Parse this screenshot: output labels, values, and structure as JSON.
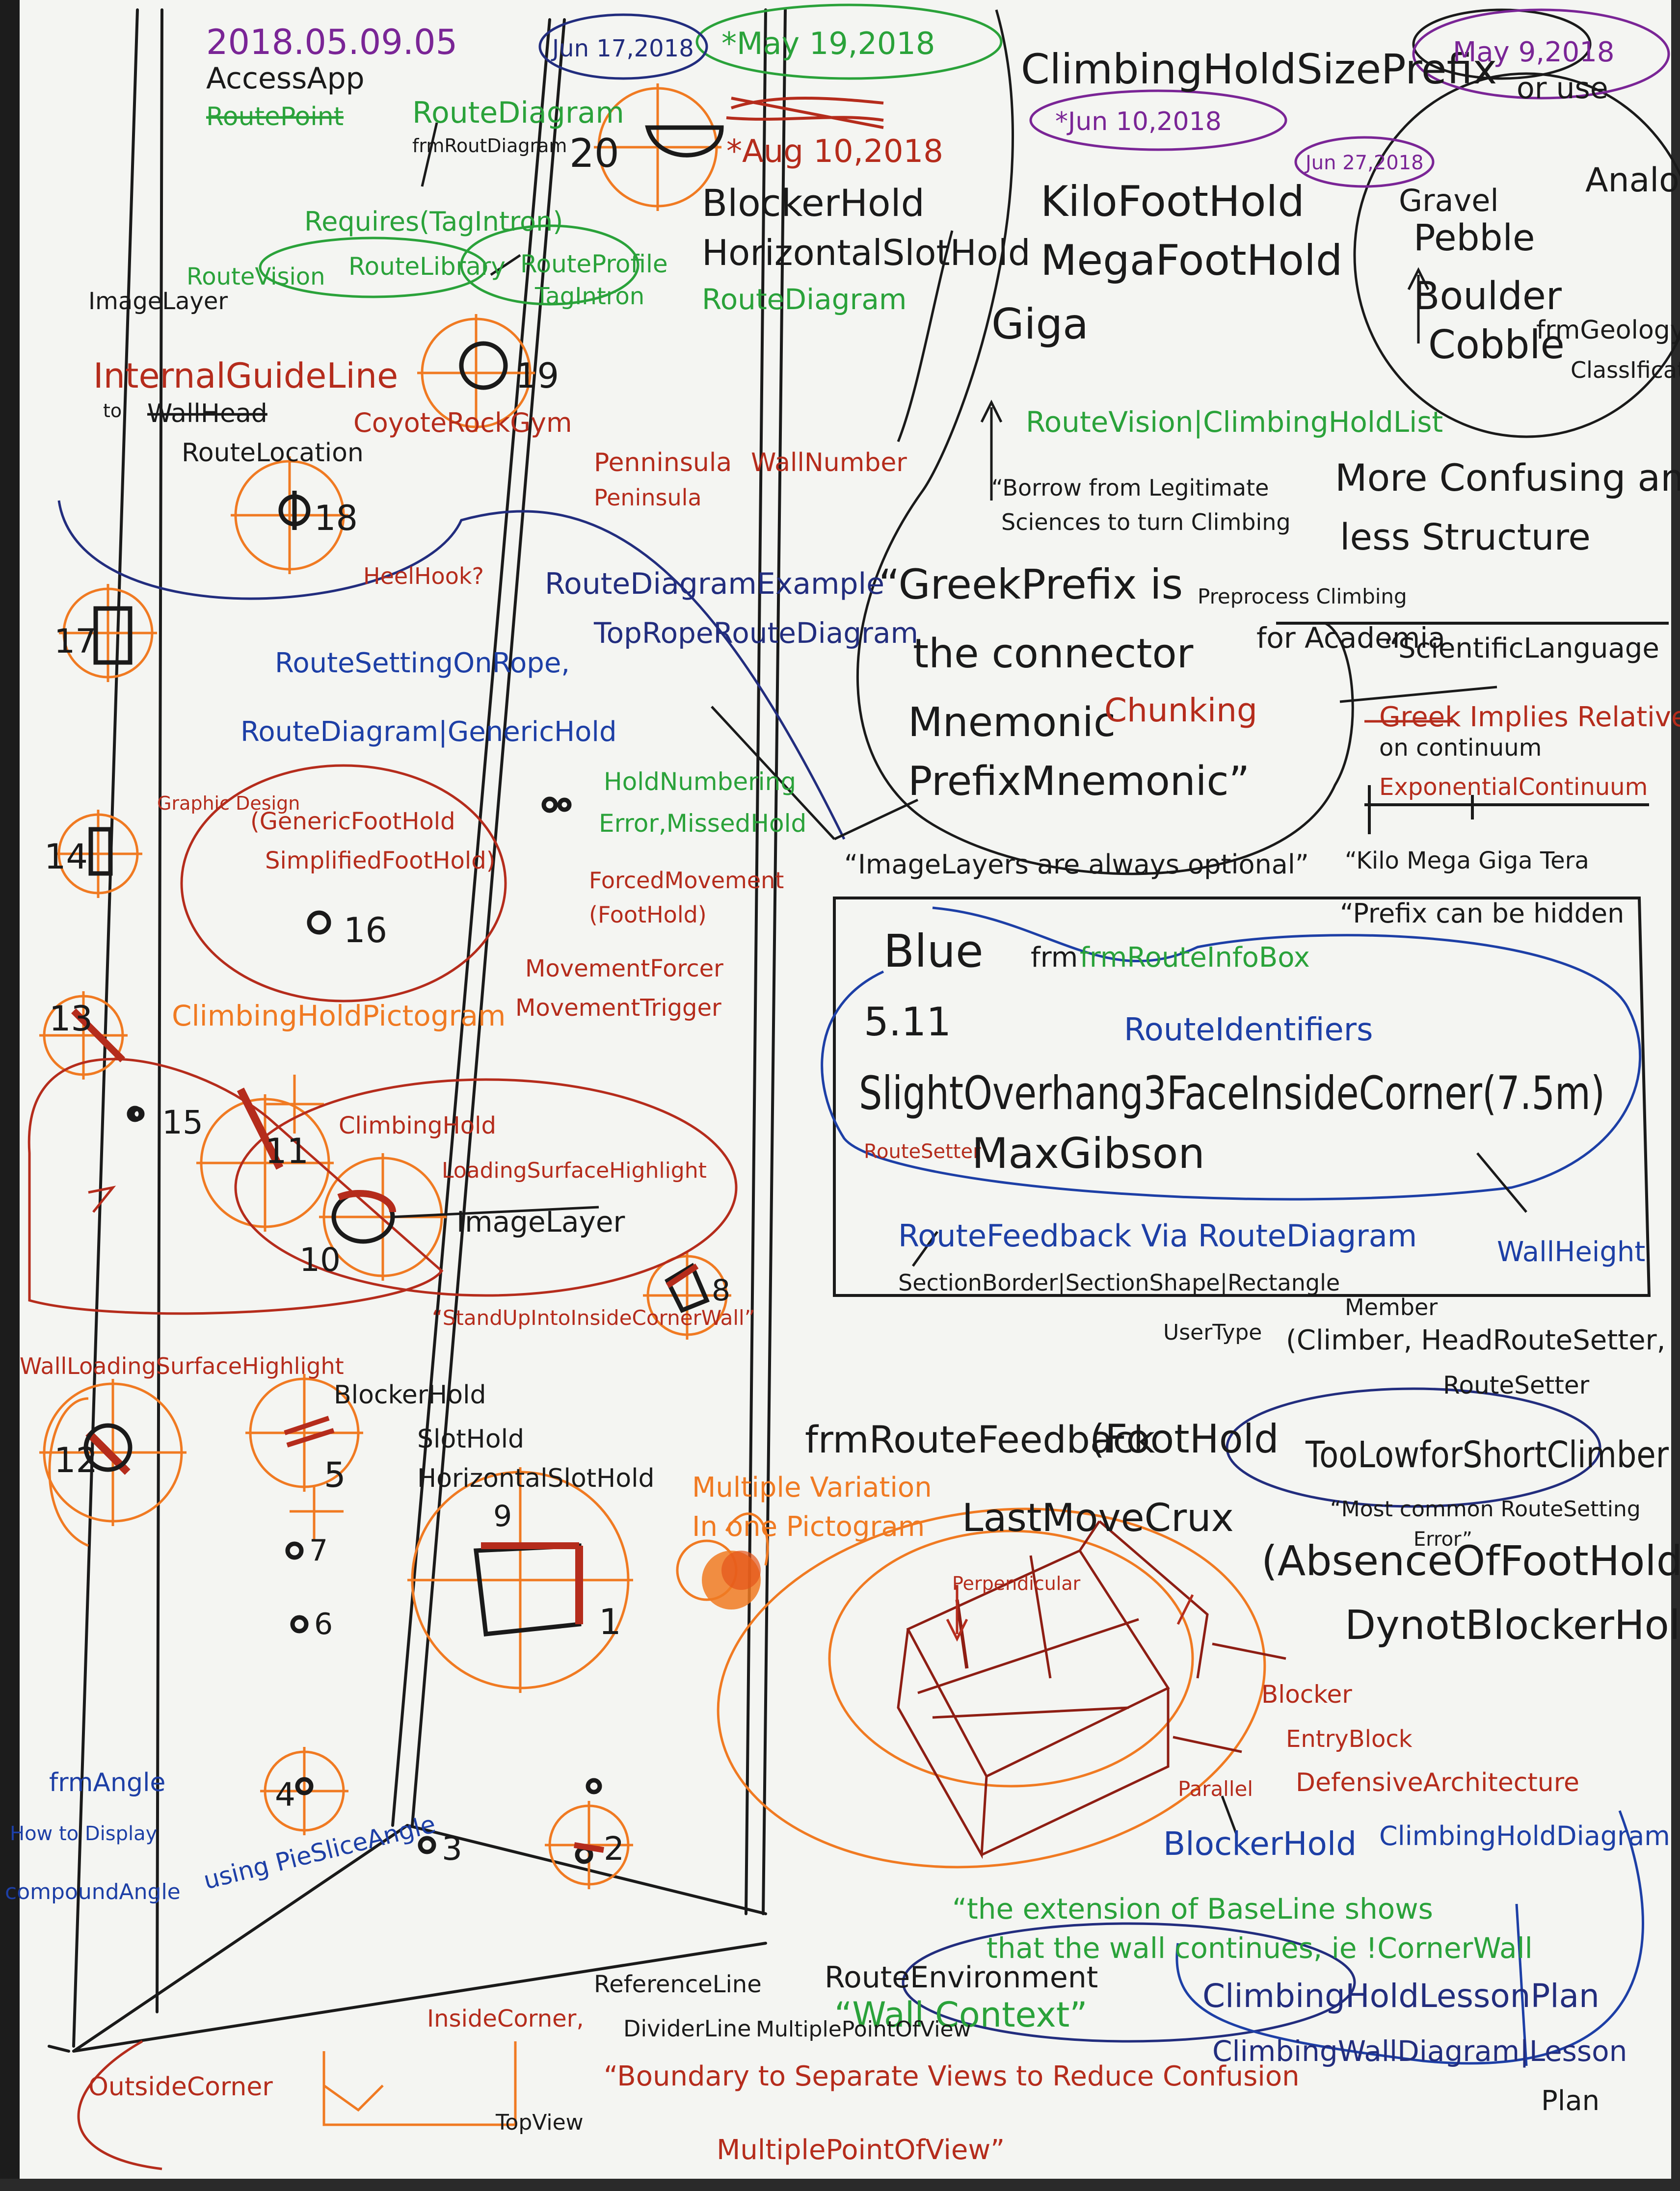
{
  "colors": {
    "paper": "#f4f5f2",
    "black": "#1a1a1a",
    "green": "#2aa23a",
    "red": "#b52c1c",
    "orange": "#f07a22",
    "blue": "#1d3fa6",
    "purple": "#7a2596",
    "navy": "#222d7e"
  },
  "header": {
    "datetime": "2018.05.09.05",
    "app": "AccessApp",
    "struck": "RoutePoint",
    "date_jun17": "Jun 17,2018",
    "date_may19": "*May 19,2018",
    "date_aug10": "*Aug 10,2018",
    "title": "ClimbingHoldSizePrefix",
    "date_jun10": "*Jun 10,2018",
    "date_jun27": "Jun 27,2018",
    "date_may9": "May 9,2018",
    "or_use": "or use"
  },
  "left": {
    "route_diagram": "RouteDiagram",
    "frm_route_diagram": "frmRoutDiagram",
    "requires_tag_intron": "Requires(TagIntron)",
    "route_vision": "RouteVision",
    "route_library": "RouteLibrary",
    "route_profile": "RouteProfile",
    "tag_intron": "TagIntron",
    "image_layer": "ImageLayer",
    "internal_guideline": "InternalGuideLine",
    "to": "to",
    "wall_head": "WallHead",
    "route_location": "RouteLocation",
    "coyote_rock_gym": "CoyoteRockGym",
    "penninsula": "Penninsula",
    "peninsula": "Peninsula",
    "wall_number": "WallNumber",
    "heel_hook": "HeelHook?",
    "route_diagram_example": "RouteDiagramExample",
    "top_rope_route_diagram": "TopRopeRouteDiagram",
    "route_setting_on_rope": "RouteSettingOnRope,",
    "route_diagram_generic_hold": "RouteDiagram|GenericHold",
    "hold_numbering": "HoldNumbering",
    "error_missed_hold": "Error,MissedHold",
    "graphic_design": "Graphic Design",
    "generic_foothold": "(GenericFootHold",
    "simplified_foothold": "SimplifiedFootHold)",
    "forced_movement": "ForcedMovement",
    "foothold_paren": "(FootHold)",
    "movement_forcer": "MovementForcer",
    "movement_trigger": "MovementTrigger",
    "pictogram": "ClimbingHoldPictogram",
    "climbing_hold": "ClimbingHold",
    "loading_surface": "LoadingSurfaceHighlight",
    "image_layer_2": "ImageLayer",
    "wall_loading": "WallLoadingSurfaceHighlight",
    "stand_up": "“StandUpIntoInsideCornerWall”",
    "blocker_hold": "BlockerHold",
    "slot_hold": "SlotHold",
    "horizontal_slot_hold": "HorizontalSlotHold",
    "multiple_variation": "Multiple Variation",
    "in_one_pictogram": "In one Pictogram",
    "frm_angle": "frmAngle",
    "how_to_display": "How to Display",
    "compound_angle": "compoundAngle",
    "using_pie_slice": "using PieSliceAngle",
    "outside_corner": "OutsideCorner",
    "inside_corner": "InsideCorner,",
    "top_view": "TopView"
  },
  "holds": {
    "n20": "20",
    "n19": "19",
    "n18": "18",
    "n17": "17",
    "n14": "14",
    "n16": "16",
    "n13": "13",
    "n15": "15",
    "n11": "11",
    "n10": "10",
    "n8": "8",
    "n12": "12",
    "n5": "5",
    "n9": "9",
    "n7": "7",
    "n6": "6",
    "n1": "1",
    "n4": "4",
    "n3": "3",
    "n2": "2"
  },
  "right": {
    "blocker_hold": "BlockerHold",
    "horizontal_slot_hold": "HorizontalSlotHold",
    "route_diagram": "RouteDiagram",
    "kilo": "KiloFootHold",
    "mega": "MegaFootHold",
    "giga": "Giga",
    "gravel": "Gravel",
    "pebble": "Pebble",
    "boulder": "Boulder",
    "cobble": "Cobble",
    "frm_geology": "frmGeology",
    "class_ification": "ClassIfication",
    "analog": "Analog",
    "route_vision_list": "RouteVision|ClimbingHoldList",
    "borrow": "“Borrow from Legitimate",
    "sciences": "Sciences to turn Climbing",
    "more_confusing": "More Confusing and",
    "structure": "less Structure",
    "greek_prefix": "“GreekPrefix is",
    "preprocess": "Preprocess Climbing",
    "for_academia": "for Academia",
    "the_connector": "the connector",
    "mnemonic": "Mnemonic",
    "prefix_mnemonic": "PrefixMnemonic”",
    "chunking": "Chunking",
    "scientific_language": "“ScientificLanguage",
    "greek_implies": "Greek Implies Relative",
    "on_continuum": "on continuum",
    "exponential": "ExponentialContinuum",
    "kilo_mega": "“Kilo Mega Giga Tera",
    "prefix_hidden": "“Prefix can be hidden",
    "image_layers_optional": "“ImageLayers are always optional”",
    "blue": "Blue",
    "frm_route_info": "frmRouteInfoBox",
    "grade": "5.11",
    "route_identifiers": "RouteIdentifiers",
    "route_name": "SlightOverhang3FaceInsideCorner(7.5m)",
    "route_setter": "RouteSetter",
    "setter_name": "MaxGibson",
    "feedback_via": "RouteFeedback Via RouteDiagram",
    "section_border": "SectionBorder|SectionShape|Rectangle",
    "member": "Member",
    "wall_height": "WallHeight",
    "user_type": "UserType",
    "user_types": "(Climber, HeadRouteSetter,",
    "route_setter_2": "RouteSetter",
    "frm_route_feedback": "frmRouteFeedback",
    "foothold": "(FootHold",
    "too_low": "TooLowforShortClimber",
    "most_common": "“Most common RouteSetting",
    "error": "Error”",
    "last_move": "LastMoveCrux",
    "absence": "(AbsenceOfFootHold+",
    "dyno": "DynotBlockerHold)",
    "perpendicular": "Perpendicular",
    "blocker": "Blocker",
    "entry_block": "EntryBlock",
    "parallel": "Parallel",
    "defensive": "DefensiveArchitecture",
    "blocker_hold_2": "BlockerHold",
    "hold_diagram": "ClimbingHoldDiagram",
    "extension_1": "“the extension of BaseLine shows",
    "extension_2": "that the wall continues, ie !CornerWall",
    "lesson_plan": "ClimbingHoldLessonPlan",
    "wall_diagram": "ClimbingWallDiagram|Lesson",
    "plan": "Plan",
    "route_environment": "RouteEnvironment",
    "wall_context": "“Wall Context”",
    "reference_line": "ReferenceLine",
    "divider_line": "DividerLine",
    "multiple_pov": "MultiplePointOfView",
    "boundary": "“Boundary to Separate Views to Reduce Confusion",
    "multiple_pov_2": "MultiplePointOfView”"
  }
}
